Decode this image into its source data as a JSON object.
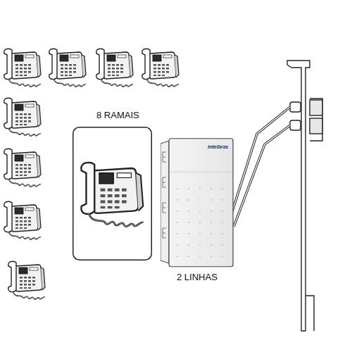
{
  "diagram": {
    "nodes": [
      {
        "text": [
          "8 RAMAIS"
        ]
      },
      {
        "text": [
          "Intelbras",
          "2 LINHAS"
        ]
      }
    ]
  }
}
